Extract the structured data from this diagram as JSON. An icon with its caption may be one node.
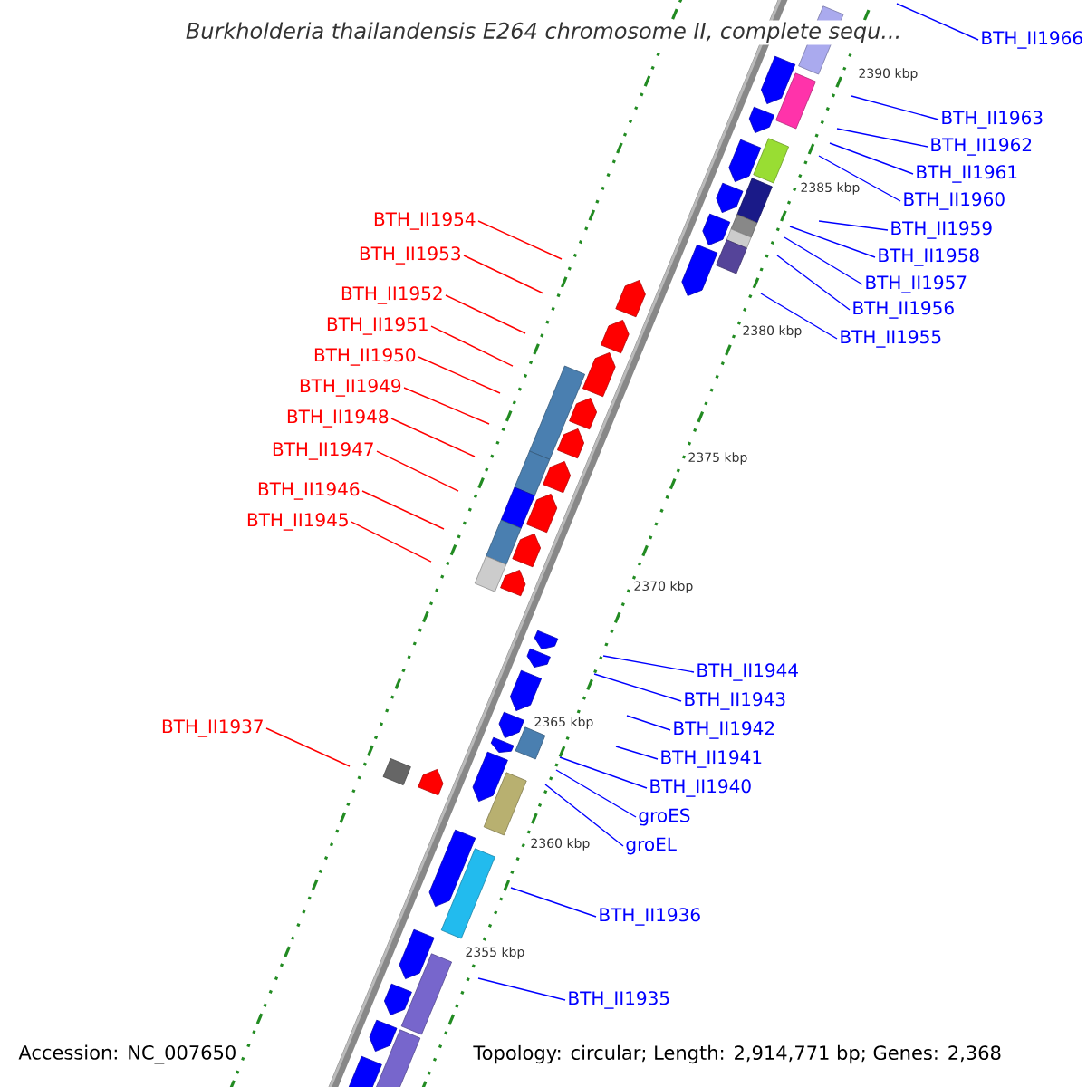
{
  "diagram": {
    "title": "Burkholderia thailandensis E264 chromosome II, complete sequ...",
    "nodes": [
      {
        "text": [
          "BTH_II1966"
        ]
      },
      {
        "text": [
          "BTH_II1963"
        ]
      },
      {
        "text": [
          "BTH_II1962"
        ]
      },
      {
        "text": [
          "BTH_II1961"
        ]
      },
      {
        "text": [
          "BTH_II1960"
        ]
      },
      {
        "text": [
          "BTH_II1954"
        ]
      },
      {
        "text": [
          "BTH_II1959"
        ]
      },
      {
        "text": [
          "BTH_II1958"
        ]
      },
      {
        "text": [
          "BTH_II1953"
        ]
      },
      {
        "text": [
          "BTH_II1957"
        ]
      },
      {
        "text": [
          "BTH_II1952"
        ]
      },
      {
        "text": [
          "BTH_II1956"
        ]
      },
      {
        "text": [
          "BTH_II1951"
        ]
      },
      {
        "text": [
          "BTH_II1955"
        ]
      },
      {
        "text": [
          "BTH_II1950"
        ]
      },
      {
        "text": [
          "BTH_II1949"
        ]
      },
      {
        "text": [
          "BTH_II1948"
        ]
      },
      {
        "text": [
          "BTH_II1947"
        ]
      },
      {
        "text": [
          "BTH_II1946"
        ]
      },
      {
        "text": [
          "BTH_II1945"
        ]
      },
      {
        "text": [
          "BTH_II1944"
        ]
      },
      {
        "text": [
          "BTH_II1943"
        ]
      },
      {
        "text": [
          "BTH_II1937"
        ]
      },
      {
        "text": [
          "BTH_II1942"
        ]
      },
      {
        "text": [
          "BTH_II1941"
        ]
      },
      {
        "text": [
          "BTH_II1940"
        ]
      },
      {
        "text": [
          "groES"
        ]
      },
      {
        "text": [
          "groEL"
        ]
      },
      {
        "text": [
          "BTH_II1936"
        ]
      },
      {
        "text": [
          "BTH_II1935"
        ]
      }
    ],
    "edges": [
      {
        "from": 0,
        "to": null,
        "arrow": "none"
      },
      {
        "from": 1,
        "to": null,
        "arrow": "none"
      },
      {
        "from": 2,
        "to": null,
        "arrow": "none"
      },
      {
        "from": 3,
        "to": null,
        "arrow": "none"
      },
      {
        "from": 4,
        "to": null,
        "arrow": "none"
      },
      {
        "from": 5,
        "to": null,
        "arrow": "none",
        "color": "#ff0000"
      },
      {
        "from": 6,
        "to": null,
        "arrow": "none"
      },
      {
        "from": 7,
        "to": null,
        "arrow": "none"
      },
      {
        "from": 8,
        "to": null,
        "arrow": "none",
        "color": "#ff0000"
      },
      {
        "from": 9,
        "to": null,
        "arrow": "none"
      },
      {
        "from": 10,
        "to": null,
        "arrow": "none",
        "color": "#ff0000"
      },
      {
        "from": 11,
        "to": null,
        "arrow": "none"
      },
      {
        "from": 12,
        "to": null,
        "arrow": "none",
        "color": "#ff0000"
      },
      {
        "from": 13,
        "to": null,
        "arrow": "none"
      },
      {
        "from": 14,
        "to": null,
        "arrow": "none",
        "color": "#ff0000"
      },
      {
        "from": 15,
        "to": null,
        "arrow": "none",
        "color": "#ff0000"
      },
      {
        "from": 16,
        "to": null,
        "arrow": "none",
        "color": "#ff0000"
      },
      {
        "from": 17,
        "to": null,
        "arrow": "none",
        "color": "#ff0000"
      },
      {
        "from": 18,
        "to": null,
        "arrow": "none",
        "color": "#ff0000"
      },
      {
        "from": 19,
        "to": null,
        "arrow": "none",
        "color": "#ff0000"
      },
      {
        "from": 20,
        "to": null,
        "arrow": "none"
      },
      {
        "from": 21,
        "to": null,
        "arrow": "none"
      },
      {
        "from": 22,
        "to": null,
        "arrow": "none",
        "color": "#ff0000"
      },
      {
        "from": 23,
        "to": null,
        "arrow": "none"
      },
      {
        "from": 24,
        "to": null,
        "arrow": "none"
      },
      {
        "from": 25,
        "to": null,
        "arrow": "none"
      },
      {
        "from": 26,
        "to": null,
        "arrow": "none"
      },
      {
        "from": 27,
        "to": null,
        "arrow": "none"
      },
      {
        "from": 28,
        "to": null,
        "arrow": "none"
      },
      {
        "from": 29,
        "to": null,
        "arrow": "none"
      }
    ],
    "labels": [
      "2390 kbp",
      "2385 kbp",
      "2380 kbp",
      "2375 kbp",
      "2370 kbp",
      "2365 kbp",
      "2360 kbp",
      "2355 kbp",
      "Accession: NC_007650",
      "Topology: circular; Length: 2,914,771 bp; Genes: 2,368"
    ]
  }
}
